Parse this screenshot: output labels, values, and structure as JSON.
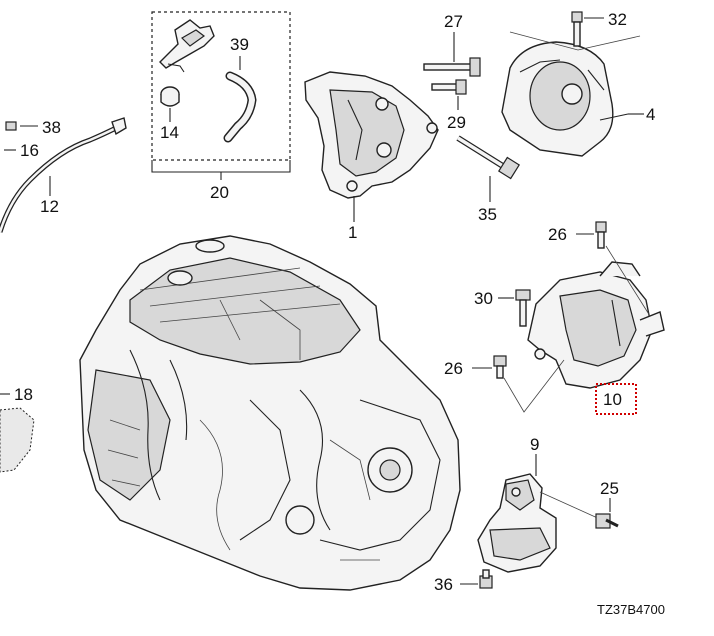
{
  "diagram": {
    "code": "TZ37B4700",
    "callouts": {
      "c27": "27",
      "c32": "32",
      "c39": "39",
      "c4": "4",
      "c14": "14",
      "c29": "29",
      "c38": "38",
      "c16": "16",
      "c12": "12",
      "c20": "20",
      "c1": "1",
      "c35": "35",
      "c26a": "26",
      "c30": "30",
      "c26b": "26",
      "c10": "10",
      "c18": "18",
      "c9": "9",
      "c25": "25",
      "c36": "36"
    }
  }
}
